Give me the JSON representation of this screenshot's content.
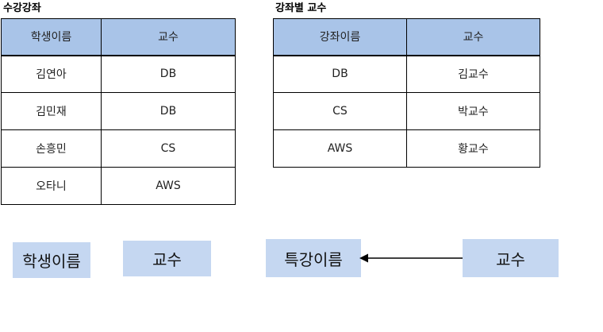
{
  "enrollment_table": {
    "title": "수강강좌",
    "headers": [
      "학생이름",
      "교수"
    ],
    "rows": [
      [
        "김연아",
        "DB"
      ],
      [
        "김민재",
        "DB"
      ],
      [
        "손흥민",
        "CS"
      ],
      [
        "오타니",
        "AWS"
      ]
    ]
  },
  "professor_table": {
    "title": "강좌별 교수",
    "headers": [
      "강좌이름",
      "교수"
    ],
    "rows": [
      [
        "DB",
        "김교수"
      ],
      [
        "CS",
        "박교수"
      ],
      [
        "AWS",
        "황교수"
      ]
    ]
  },
  "diagram": {
    "boxes": [
      "학생이름",
      "교수",
      "특강이름",
      "교수"
    ],
    "fill_color": "#c5d7f1",
    "arrow": {
      "from": "교수",
      "to": "특강이름"
    }
  },
  "colors": {
    "header_fill": "#a9c4e8",
    "border": "#000000"
  }
}
